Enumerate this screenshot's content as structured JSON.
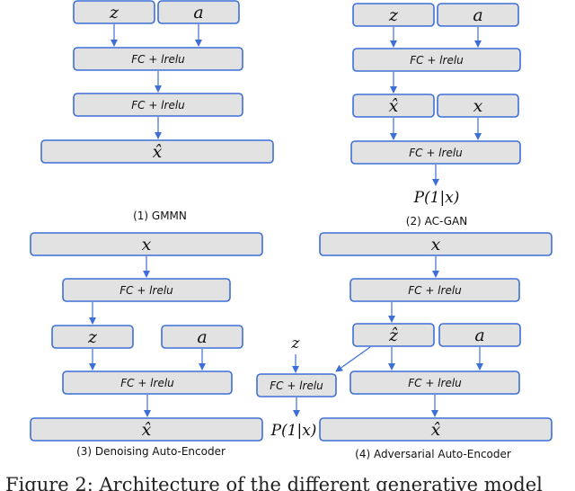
{
  "labels": {
    "z": "z",
    "a": "a",
    "x": "x",
    "x_hat": "x̂",
    "z_hat": "ẑ",
    "fc": "FC + lrelu",
    "p": "P(1|x)"
  },
  "captions": {
    "gmmn": "(1) GMMN",
    "acgan": "(2) AC-GAN",
    "dae": "(3) Denoising Auto-Encoder",
    "aae": "(4) Adversarial Auto-Encoder"
  },
  "figure_caption": "Figure 2: Architecture of the different generative model",
  "colors": {
    "box_fill": "#e2e2e2",
    "box_stroke": "#3d6fd6",
    "arrow": "#3d6fd6"
  }
}
